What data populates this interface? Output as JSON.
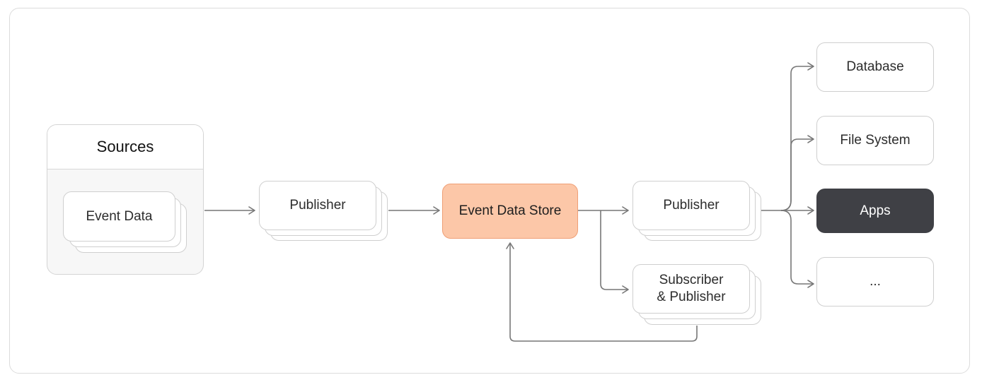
{
  "sources": {
    "title": "Sources",
    "item": "Event Data"
  },
  "publisher_1": "Publisher",
  "event_data_store": "Event Data Store",
  "publisher_2": "Publisher",
  "subscriber_publisher": {
    "line1": "Subscriber",
    "line2": "& Publisher"
  },
  "outputs": {
    "database": "Database",
    "file_system": "File System",
    "apps": "Apps",
    "more": "..."
  },
  "colors": {
    "store_fill": "#fcc7a8",
    "store_border": "#ef9f76",
    "apps_fill": "#3f4045",
    "connector": "#777777"
  }
}
